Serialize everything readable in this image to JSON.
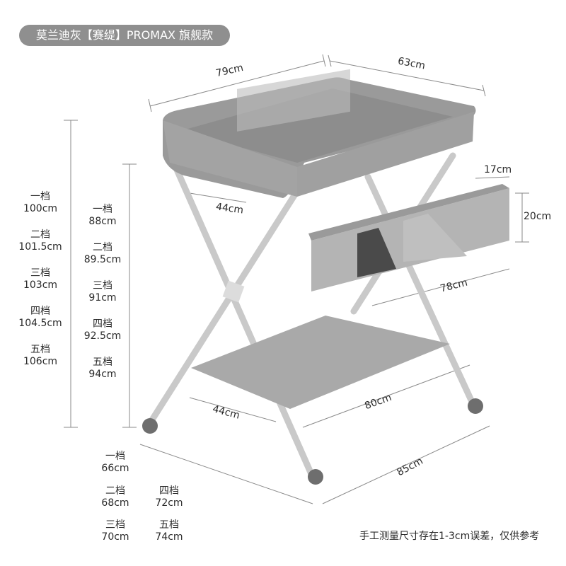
{
  "title": "莫兰迪灰【赛缇】PROMAX 旗舰款",
  "dimensions": {
    "top_length": "79cm",
    "top_depth": "63cm",
    "basket_depth": "17cm",
    "basket_height": "20cm",
    "tray_width": "44cm",
    "basket_length": "78cm",
    "shelf_width": "44cm",
    "shelf_length": "80cm",
    "base_length": "85cm"
  },
  "total_height_levels": [
    {
      "level": "一档",
      "value": "100cm"
    },
    {
      "level": "二档",
      "value": "101.5cm"
    },
    {
      "level": "三档",
      "value": "103cm"
    },
    {
      "level": "四档",
      "value": "104.5cm"
    },
    {
      "level": "五档",
      "value": "106cm"
    }
  ],
  "table_height_levels": [
    {
      "level": "一档",
      "value": "88cm"
    },
    {
      "level": "二档",
      "value": "89.5cm"
    },
    {
      "level": "三档",
      "value": "91cm"
    },
    {
      "level": "四档",
      "value": "92.5cm"
    },
    {
      "level": "五档",
      "value": "94cm"
    }
  ],
  "leg_height_levels": [
    {
      "level": "一档",
      "value": "66cm"
    },
    {
      "level": "二档",
      "value": "68cm"
    },
    {
      "level": "三档",
      "value": "70cm"
    },
    {
      "level": "四档",
      "value": "72cm"
    },
    {
      "level": "五档",
      "value": "74cm"
    }
  ],
  "note": "手工测量尺寸存在1-3cm误差，仅供参考"
}
